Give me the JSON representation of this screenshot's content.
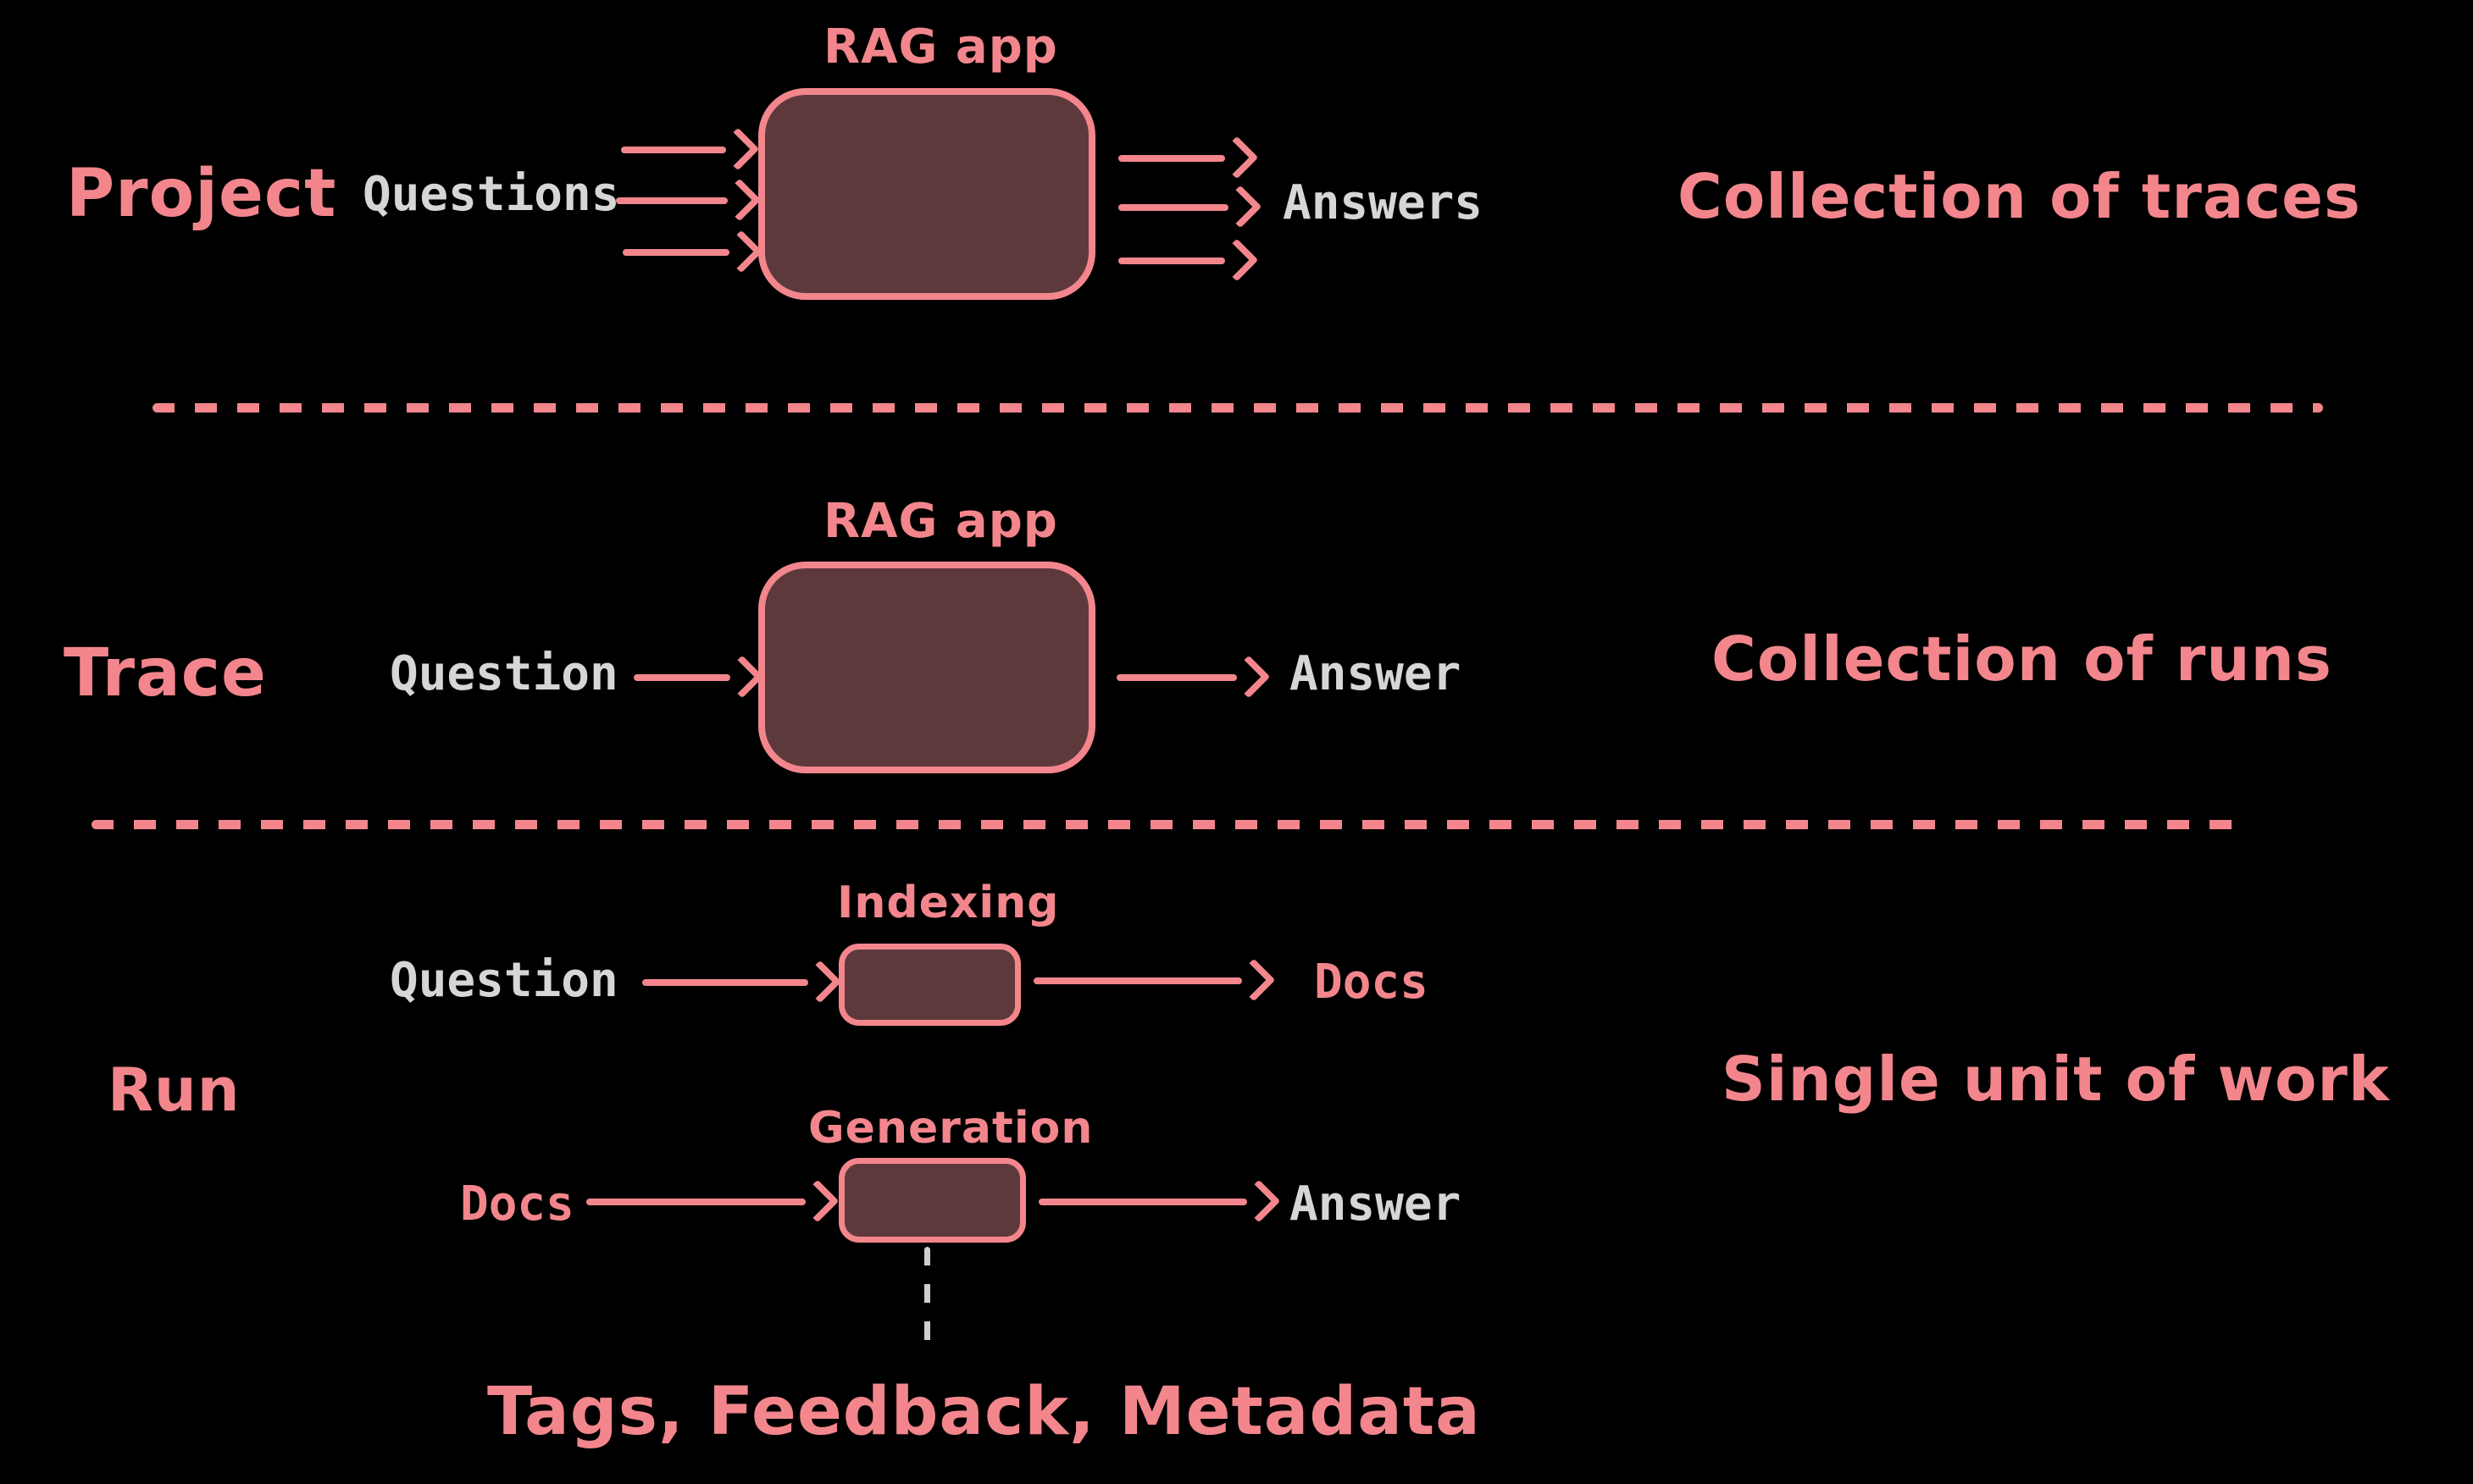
{
  "colors": {
    "background": "#000000",
    "accent_salmon": "#f2868c",
    "box_fill": "#5d393c",
    "light_text": "#d6d6d6",
    "vertical_dash": "#cfcfcf"
  },
  "rows": {
    "project": {
      "label": "Project",
      "input_label": "Questions",
      "box_label": "RAG app",
      "output_label": "Answers",
      "caption": "Collection of traces"
    },
    "trace": {
      "label": "Trace",
      "input_label": "Question",
      "box_label": "RAG app",
      "output_label": "Answer",
      "caption": "Collection of runs"
    },
    "run": {
      "label": "Run",
      "caption": "Single unit of work",
      "indexing_step": {
        "input_label": "Question",
        "box_label": "Indexing",
        "output_label": "Docs"
      },
      "generation_step": {
        "input_label": "Docs",
        "box_label": "Generation",
        "output_label": "Answer"
      },
      "annotation": "Tags, Feedback, Metadata"
    }
  }
}
